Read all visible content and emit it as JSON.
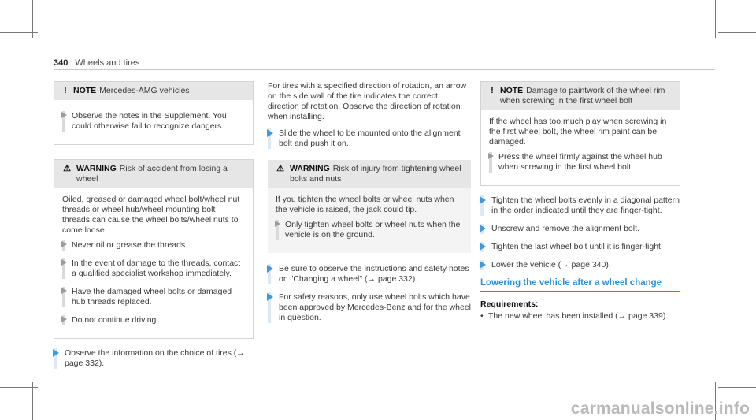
{
  "header": {
    "page_number": "340",
    "title": "Wheels and tires"
  },
  "col1": {
    "note": {
      "icon": "exclamation-icon",
      "keyword": "NOTE",
      "text": "Mercedes-AMG vehicles",
      "steps": [
        "Observe the notes in the Supplement. You could otherwise fail to recognize dangers."
      ]
    },
    "warning": {
      "icon": "warning-triangle-icon",
      "keyword": "WARNING",
      "text": "Risk of accident from losing a wheel",
      "body": "Oiled, greased or damaged wheel bolt/wheel nut threads or wheel hub/wheel mounting bolt threads can cause the wheel bolts/wheel nuts to come loose.",
      "steps": [
        "Never oil or grease the threads.",
        "In the event of damage to the threads, contact a qualified specialist workshop immediately.",
        "Have the damaged wheel bolts or damaged hub threads replaced.",
        "Do not continue driving."
      ]
    },
    "step_after": "Observe the information on the choice of tires (→ page 332)."
  },
  "col2": {
    "intro": "For tires with a specified direction of rotation, an arrow on the side wall of the tire indicates the correct direction of rotation. Observe the direction of rotation when installing.",
    "step1": "Slide the wheel to be mounted onto the alignment bolt and push it on.",
    "warning": {
      "icon": "warning-triangle-icon",
      "keyword": "WARNING",
      "text": "Risk of injury from tightening wheel bolts and nuts",
      "body": "If you tighten the wheel bolts or wheel nuts when the vehicle is raised, the jack could tip.",
      "steps": [
        "Only tighten wheel bolts or wheel nuts when the vehicle is on the ground."
      ]
    },
    "steps_after": [
      "Be sure to observe the instructions and safety notes on \"Changing a wheel\" (→ page 332).",
      "For safety reasons, only use wheel bolts which have been approved by Mercedes-Benz and for the wheel in question."
    ]
  },
  "col3": {
    "note": {
      "icon": "exclamation-icon",
      "keyword": "NOTE",
      "text": "Damage to paintwork of the wheel rim when screwing in the first wheel bolt",
      "body": "If the wheel has too much play when screwing in the first wheel bolt, the wheel rim paint can be damaged.",
      "steps": [
        "Press the wheel firmly against the wheel hub when screwing in the first wheel bolt."
      ]
    },
    "steps_after": [
      "Tighten the wheel bolts evenly in a diagonal pattern in the order indicated until they are finger-tight.",
      "Unscrew and remove the alignment bolt.",
      "Tighten the last wheel bolt until it is finger-tight.",
      "Lower the vehicle (→ page 340)."
    ],
    "section_heading": "Lowering the vehicle after a wheel change",
    "requirements_label": "Requirements:",
    "requirements": [
      "The new wheel has been installed (→ page 339)."
    ]
  },
  "watermark": "carmanualsonline.info",
  "colors": {
    "accent": "#2c8fd8",
    "box_head_bg": "#e6e6e6"
  }
}
